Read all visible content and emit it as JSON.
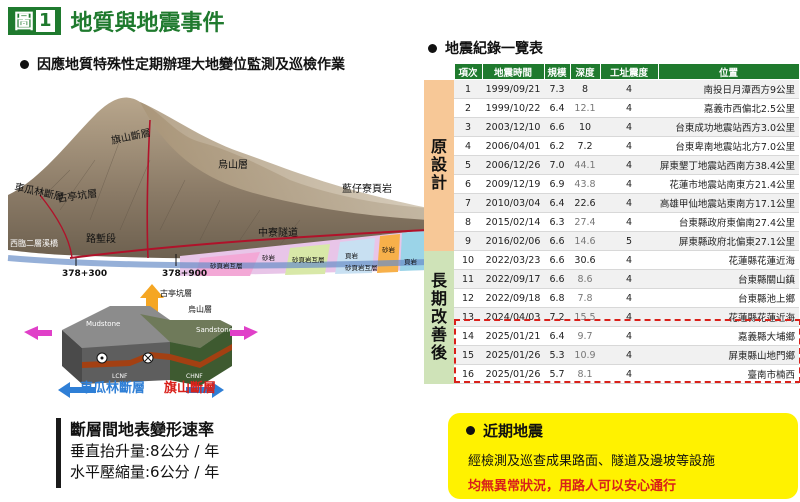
{
  "figure": {
    "badge_prefix": "圖",
    "badge_num": "1",
    "title": "地質與地震事件"
  },
  "left": {
    "heading": "因應地質特殊性定期辦理大地變位監測及巡檢作業",
    "diagram_labels": {
      "qishan_fault": "旗山斷層",
      "wushan_layer": "烏山層",
      "chegualin_fault_top": "車瓜林斷層",
      "guting_layer": "古亭坑層",
      "lanziliao": "藍仔寮頁岩",
      "road_section": "路塹段",
      "tunnel": "中寮隧道",
      "bridge_left": "西臨二層溪橋",
      "chainage_left": "378+300",
      "chainage_right": "378+900",
      "mudstone": "Mudstone",
      "sandstone": "Sandstone",
      "guting_small": "古亭坑層",
      "wushan_small": "烏山層",
      "lcnf": "LCNF",
      "chnf": "CHNF",
      "chegualin_fault": "車瓜林斷層",
      "qishan_fault_red": "旗山斷層",
      "strata": [
        "砂頁岩互層",
        "砂岩",
        "砂頁岩互層",
        "頁岩",
        "砂頁岩互層",
        "砂岩",
        "頁岩"
      ]
    },
    "rate_title": "斷層間地表變形速率",
    "rate_vertical": "垂直抬升量:8公分 / 年",
    "rate_horizontal": "水平壓縮量:6公分 / 年"
  },
  "table": {
    "heading": "地震紀錄一覽表",
    "headers": [
      "項次",
      "地震時間",
      "規模",
      "深度",
      "工址震度",
      "位置"
    ],
    "segment_original": "原設計",
    "segment_improve": "長期改善後",
    "rows": [
      {
        "no": "1",
        "date": "1999/09/21",
        "mag": "7.3",
        "depth": "8",
        "intensity": "4",
        "loc": "南投日月潭西方9公里"
      },
      {
        "no": "2",
        "date": "1999/10/22",
        "mag": "6.4",
        "depth": "12.1",
        "intensity": "4",
        "loc": "嘉義市西偏北2.5公里"
      },
      {
        "no": "3",
        "date": "2003/12/10",
        "mag": "6.6",
        "depth": "10",
        "intensity": "4",
        "loc": "台東成功地震站西方3.0公里"
      },
      {
        "no": "4",
        "date": "2006/04/01",
        "mag": "6.2",
        "depth": "7.2",
        "intensity": "4",
        "loc": "台東卑南地震站北方7.0公里"
      },
      {
        "no": "5",
        "date": "2006/12/26",
        "mag": "7.0",
        "depth": "44.1",
        "intensity": "4",
        "loc": "屏東墾丁地震站西南方38.4公里"
      },
      {
        "no": "6",
        "date": "2009/12/19",
        "mag": "6.9",
        "depth": "43.8",
        "intensity": "4",
        "loc": "花蓮市地震站南東方21.4公里"
      },
      {
        "no": "7",
        "date": "2010/03/04",
        "mag": "6.4",
        "depth": "22.6",
        "intensity": "4",
        "loc": "高雄甲仙地震站東南方17.1公里"
      },
      {
        "no": "8",
        "date": "2015/02/14",
        "mag": "6.3",
        "depth": "27.4",
        "intensity": "4",
        "loc": "台東縣政府東偏南27.4公里"
      },
      {
        "no": "9",
        "date": "2016/02/06",
        "mag": "6.6",
        "depth": "14.6",
        "intensity": "5",
        "loc": "屏東縣政府北偏東27.1公里"
      },
      {
        "no": "10",
        "date": "2022/03/23",
        "mag": "6.6",
        "depth": "30.6",
        "intensity": "4",
        "loc": "花蓮縣花蓮近海"
      },
      {
        "no": "11",
        "date": "2022/09/17",
        "mag": "6.6",
        "depth": "8.6",
        "intensity": "4",
        "loc": "台東縣關山鎮"
      },
      {
        "no": "12",
        "date": "2022/09/18",
        "mag": "6.8",
        "depth": "7.8",
        "intensity": "4",
        "loc": "台東縣池上鄉"
      },
      {
        "no": "13",
        "date": "2024/04/03",
        "mag": "7.2",
        "depth": "15.5",
        "intensity": "4",
        "loc": "花蓮縣花蓮近海"
      },
      {
        "no": "14",
        "date": "2025/01/21",
        "mag": "6.4",
        "depth": "9.7",
        "intensity": "4",
        "loc": "嘉義縣大埔鄉"
      },
      {
        "no": "15",
        "date": "2025/01/26",
        "mag": "5.3",
        "depth": "10.9",
        "intensity": "4",
        "loc": "屏東縣山地門鄉"
      },
      {
        "no": "16",
        "date": "2025/01/26",
        "mag": "5.7",
        "depth": "8.1",
        "intensity": "4",
        "loc": "臺南市楠西"
      }
    ]
  },
  "recent": {
    "heading": "近期地震",
    "line1": "經檢測及巡查成果路面、隧道及邊坡等設施",
    "line2": "均無異常狀況，用路人可以安心通行"
  },
  "colors": {
    "green": "#1f7a2e",
    "red": "#d9201a",
    "yellow": "#fff200",
    "orange_seg": "#f7c897",
    "green_seg": "#cfe3b8"
  }
}
